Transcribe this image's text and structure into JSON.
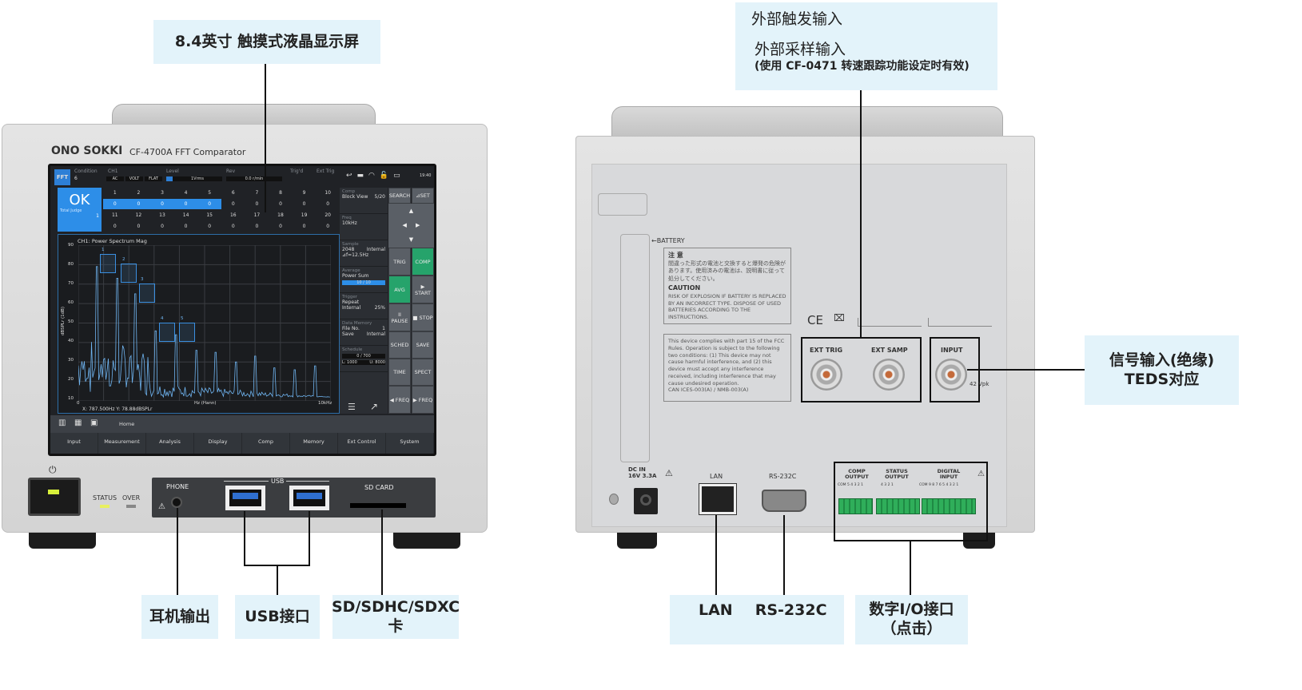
{
  "callouts": {
    "display": "8.4英寸 触摸式液晶显示屏",
    "ext_trig": "外部触发输入",
    "ext_samp": "外部采样输入",
    "ext_samp_note": "(使用 CF-0471 转速跟踪功能设定时有效)",
    "input_line1": "信号输入(绝缘)",
    "input_line2": "TEDS对应",
    "phone": "耳机输出",
    "usb": "USB接口",
    "sd_line1": "SD/SDHC/SDXC",
    "sd_line2": "卡",
    "lan": "LAN",
    "rs232": "RS-232C",
    "dio_line1": "数字I/O接口",
    "dio_line2": "（点击）"
  },
  "front": {
    "brand": "ONO SOKKI",
    "model": "CF-4700A  FFT Comparator",
    "status": "STATUS",
    "over": "OVER",
    "phone": "PHONE",
    "usb": "USB",
    "sd_card": "SD CARD"
  },
  "screen": {
    "mode": "FFT",
    "condition_label": "Condition",
    "condition_value": "6",
    "ch_label": "CH1",
    "ch_opts": [
      "AC",
      "VOLT",
      "FLAT"
    ],
    "level_label": "Level",
    "level_value": "1Vrms",
    "rev_label": "Rev",
    "rev_value": "0.0 r/min",
    "trigd_label": "Trig'd",
    "exttrig_label": "Ext Trig",
    "time": "19:40",
    "judge": "OK",
    "total_judge": "Total Judge",
    "total_judge_value": "1",
    "table_row1_heads": [
      "1",
      "2",
      "3",
      "4",
      "5",
      "6",
      "7",
      "8",
      "9",
      "10"
    ],
    "table_row1_vals": [
      "0",
      "0",
      "0",
      "0",
      "0",
      "0",
      "0",
      "0",
      "0",
      "0"
    ],
    "table_row2_heads": [
      "11",
      "12",
      "13",
      "14",
      "15",
      "16",
      "17",
      "18",
      "19",
      "20"
    ],
    "table_row2_vals": [
      "0",
      "0",
      "0",
      "0",
      "0",
      "0",
      "0",
      "0",
      "0",
      "0"
    ],
    "plot_title": "CH1: Power Spectrum Mag",
    "ylabel": "dBSPLr (1dB)",
    "yticks": [
      "90",
      "80",
      "70",
      "60",
      "50",
      "40",
      "30",
      "20",
      "10"
    ],
    "x_start": "0",
    "x_mid": "Hz (Hann)",
    "x_end": "10kHz",
    "cursor": "X: 787.500Hz Y: 78.88dBSPLr",
    "peak_markers": [
      "1",
      "2",
      "3",
      "4",
      "5"
    ],
    "info": [
      {
        "label": "Comp",
        "v1": "Block View",
        "v2": "5/20"
      },
      {
        "label": "Freq",
        "v1": "10kHz",
        "v2": ""
      },
      {
        "label": "Sample",
        "v1": "2048",
        "v2": "Internal",
        "v3": "⊿f=12.5Hz"
      },
      {
        "label": "Average",
        "v1": "Power Sum",
        "bar": "10 / 10"
      },
      {
        "label": "Trigger",
        "v1": "Repeat",
        "v2": "",
        "v3": "Internal",
        "v4": "25%"
      },
      {
        "label": "Data Memory",
        "v1": "File No.",
        "v2": "1",
        "v3": "Save",
        "v4": "Internal"
      },
      {
        "label": "Schedule",
        "bar": "0 / 700",
        "l": "L: 1000",
        "u": "U: 8000"
      }
    ],
    "buttons": [
      "SEARCH",
      "⊿SET",
      "TRIG",
      "COMP",
      "AVG",
      "▶ START",
      "II PAUSE",
      "■ STOP",
      "SCHED",
      "SAVE",
      "TIME",
      "SPECT",
      "◀ FREQ",
      "▶ FREQ"
    ],
    "home": "Home",
    "menu": [
      "Input",
      "Measurement",
      "Analysis",
      "Display",
      "Comp",
      "Memory",
      "Ext Control",
      "System"
    ]
  },
  "back": {
    "battery": "←BATTERY",
    "caution_jp_title": "注 意",
    "caution_jp": "間違った形式の電池と交換すると爆発の危険があります。使用済みの電池は、説明書に従って処分してください。",
    "caution_title": "CAUTION",
    "caution": "RISK OF EXPLOSION IF BATTERY IS REPLACED BY AN INCORRECT TYPE. DISPOSE OF USED BATTERIES ACCORDING TO THE INSTRUCTIONS.",
    "fcc": "This device complies with part 15 of the FCC Rules. Operation is subject to the following two conditions: (1) This device may not cause harmful interference, and (2) this device must accept any interference received, including interference that may cause undesired operation.",
    "can": "CAN ICES-003(A) / NMB-003(A)",
    "ce": "CE",
    "ext_trig": "EXT TRIG",
    "ext_samp": "EXT SAMP",
    "input": "INPUT",
    "vpk": "42 Vpk",
    "dc_in": "DC IN",
    "dc_spec": "16V  3.3A",
    "lan": "LAN",
    "rs232": "RS-232C",
    "comp_output": "COMP OUTPUT",
    "status_output": "STATUS OUTPUT",
    "digital_input": "DIGITAL INPUT",
    "comp_pins": "COM 5 4 3 2 1",
    "status_pins": "4  3  2  1",
    "digital_pins": "COM 9 8 7 6 5 4 3 2 1"
  }
}
